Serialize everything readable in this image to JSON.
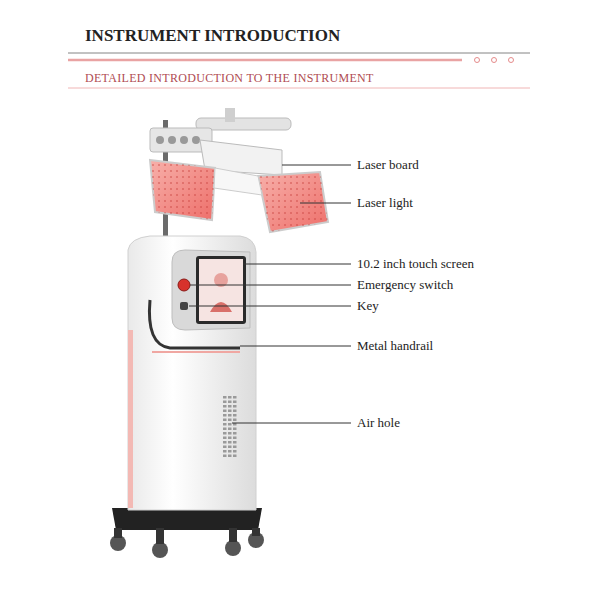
{
  "diagram": {
    "title": "INSTRUMENT INTRODUCTION",
    "labels": [
      "DETAILED INTRODUCTION TO THE INSTRUMENT",
      "Laser board",
      "Laser light",
      "10.2 inch touch screen",
      "Emergency switch",
      "Key",
      "Metal handrail",
      "Air hole"
    ]
  }
}
